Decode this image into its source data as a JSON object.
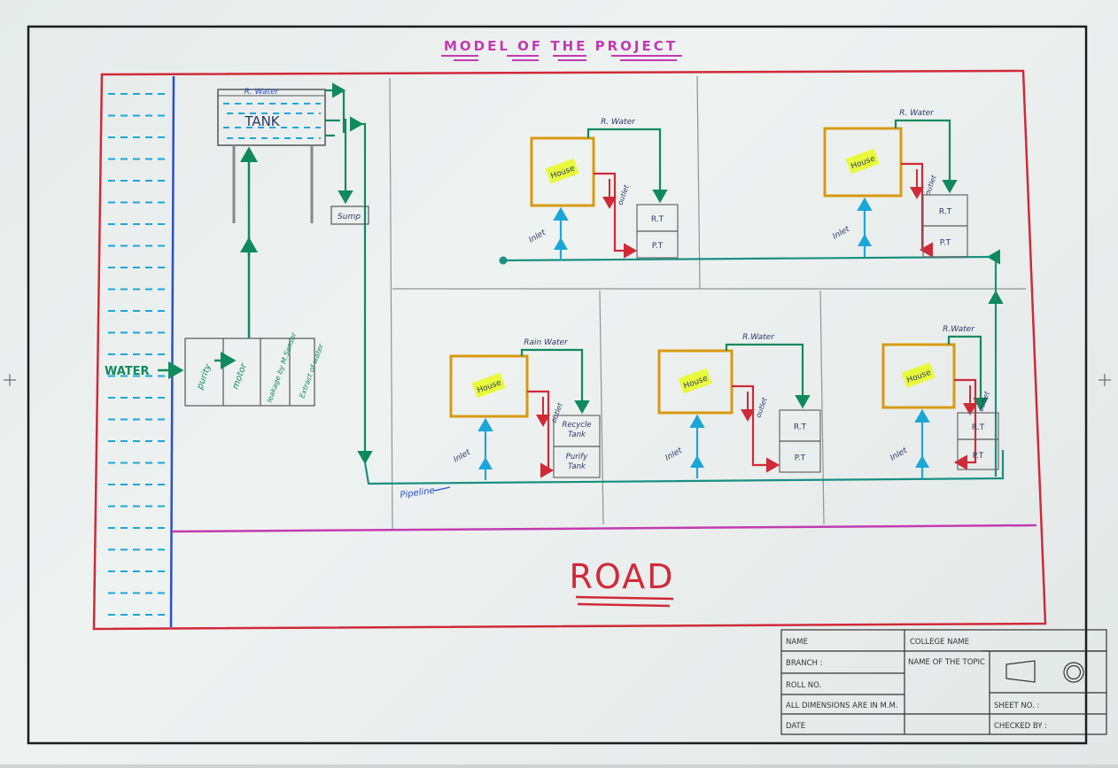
{
  "title": "MODEL OF THE PROJECT",
  "road_label": "ROAD",
  "water_label": "WATER",
  "tank": {
    "label": "TANK",
    "top_label": "R. Water"
  },
  "sump_label": "Sump",
  "pipeline_label": "Pipeline",
  "treatment_steps": [
    "purity",
    "motor",
    "leakage by M.Sensor",
    "Extract of water"
  ],
  "houses": [
    {
      "house_label": "House",
      "rain_label": "R. Water",
      "outlet_label": "outlet",
      "inlet_label": "Inlet",
      "rt_label": "R.T",
      "pt_label": "P.T"
    },
    {
      "house_label": "House",
      "rain_label": "R. Water",
      "outlet_label": "outlet",
      "inlet_label": "Inlet",
      "rt_label": "R.T",
      "pt_label": "P.T"
    },
    {
      "house_label": "House",
      "rain_label": "Rain Water",
      "outlet_label": "outlet",
      "inlet_label": "Inlet",
      "rt_label": "Recycle Tank",
      "pt_label": "Purify Tank"
    },
    {
      "house_label": "House",
      "rain_label": "R.Water",
      "outlet_label": "outlet",
      "inlet_label": "Inlet",
      "rt_label": "R.T",
      "pt_label": "P.T"
    },
    {
      "house_label": "House",
      "rain_label": "R.Water",
      "outlet_label": "outlet",
      "inlet_label": "Inlet",
      "rt_label": "R.T",
      "pt_label": "P.T"
    }
  ],
  "title_block": {
    "name": "NAME",
    "branch": "BRANCH :",
    "roll_no": "ROLL NO.",
    "dimensions": "ALL DIMENSIONS ARE IN M.M.",
    "date": "DATE",
    "college_name": "COLLEGE NAME",
    "topic": "NAME OF THE TOPIC",
    "sheet_no": "SHEET NO. :",
    "checked_by": "CHECKED BY :"
  },
  "colors": {
    "green": "#0e8a5e",
    "teal": "#1a8f82",
    "red": "#d02a38",
    "magenta": "#c23bb0",
    "blue": "#2a4fd0",
    "cyan": "#1aa7d8",
    "orange": "#d89a10",
    "highlight": "#e8fa3a"
  }
}
